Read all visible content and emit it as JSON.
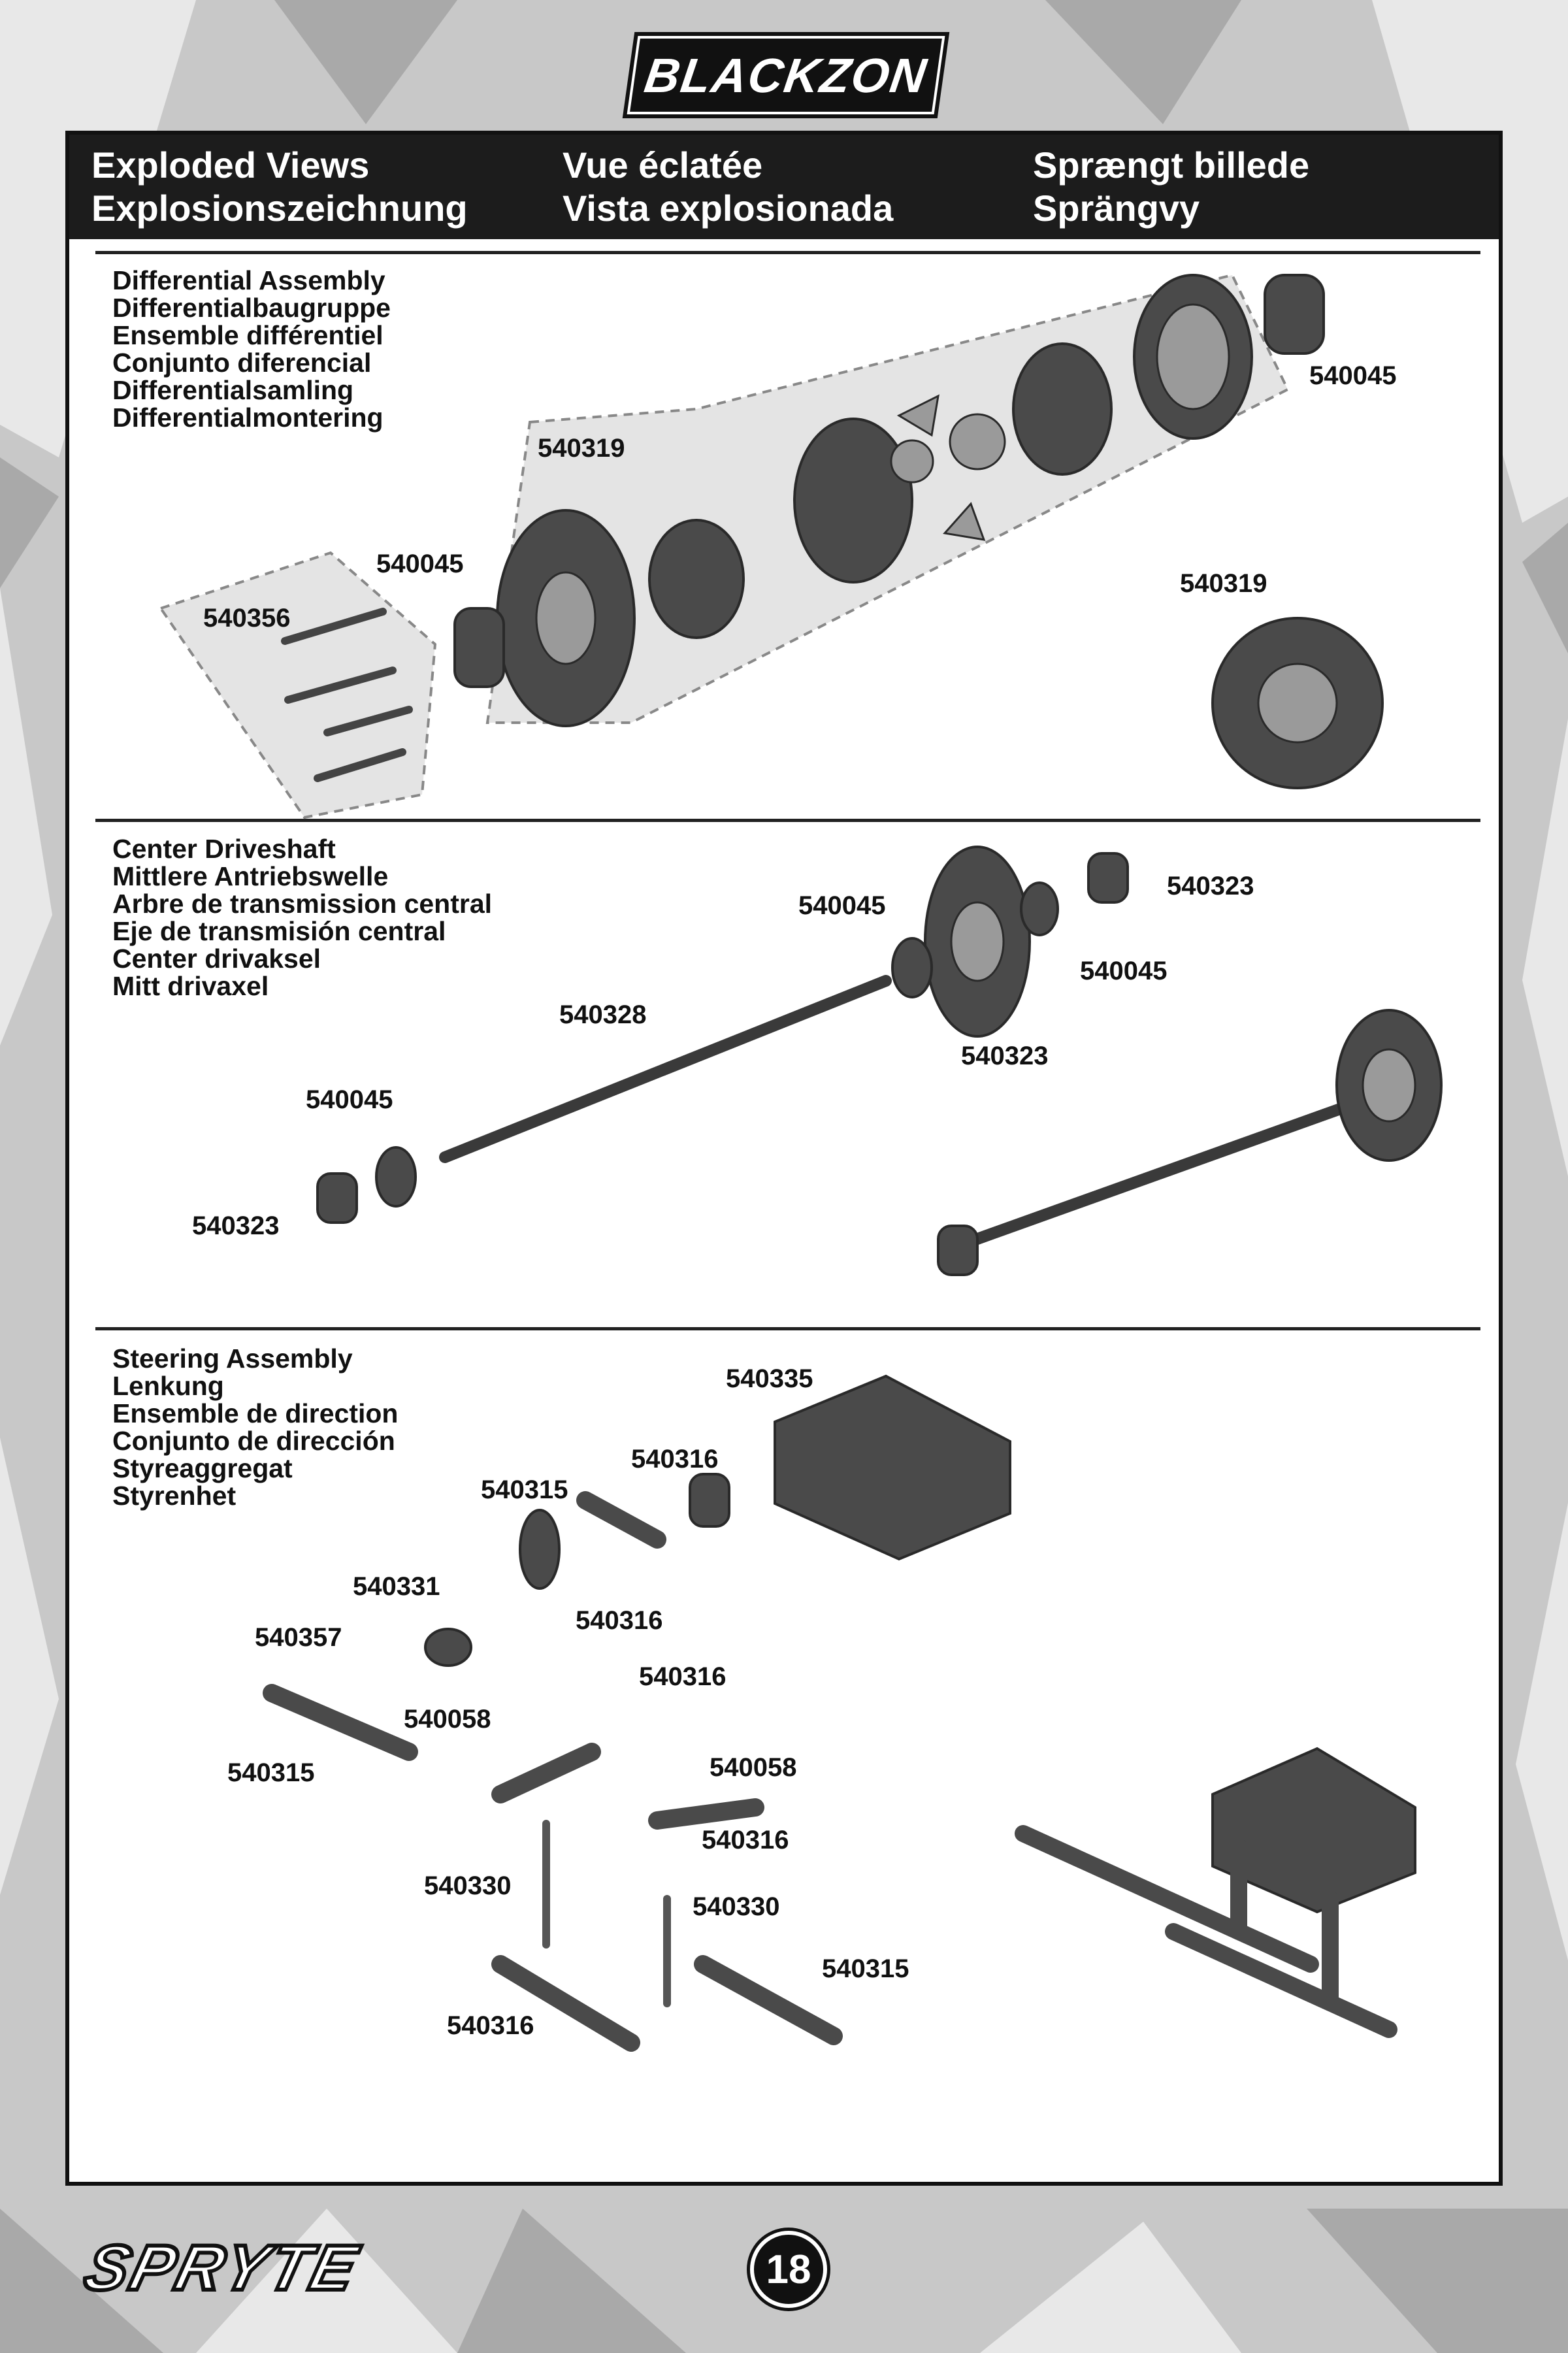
{
  "brand": {
    "logo_text": "BLACKZON"
  },
  "header": {
    "col1": [
      "Exploded Views",
      "Explosionszeichnung"
    ],
    "col2": [
      "Vue éclatée",
      "Vista explosionada"
    ],
    "col3": [
      "Sprængt billede",
      "Sprängvy"
    ]
  },
  "sections": {
    "differential": {
      "titles": [
        "Differential Assembly",
        "Differentialbaugruppe",
        "Ensemble différentiel",
        "Conjunto diferencial",
        "Differentialsamling",
        "Differentialmontering"
      ],
      "labels": {
        "a": "540045",
        "b": "540319",
        "c": "540045",
        "d": "540356",
        "e": "540319"
      }
    },
    "driveshaft": {
      "titles": [
        "Center Driveshaft",
        "Mittlere Antriebswelle",
        "Arbre de transmission central",
        "Eje de transmisión central",
        "Center drivaksel",
        "Mitt drivaxel"
      ],
      "labels": {
        "a": "540045",
        "b": "540323",
        "c": "540045",
        "d": "540328",
        "e": "540323",
        "f": "540045",
        "g": "540323"
      }
    },
    "steering": {
      "titles": [
        "Steering Assembly",
        "Lenkung",
        "Ensemble de direction",
        "Conjunto de dirección",
        "Styreaggregat",
        "Styrenhet"
      ],
      "labels": {
        "a": "540335",
        "b": "540316",
        "c": "540315",
        "d": "540331",
        "e": "540316",
        "f": "540357",
        "g": "540316",
        "h": "540058",
        "i": "540058",
        "j": "540315",
        "k": "540316",
        "l": "540330",
        "m": "540330",
        "n": "540315",
        "o": "540316"
      }
    }
  },
  "footer": {
    "logo_text": "SPRYTE",
    "page_number": "18"
  },
  "colors": {
    "panel_header": "#1c1c1c",
    "part_gray": "#4a4a4a",
    "background": "#cfcfcf"
  }
}
